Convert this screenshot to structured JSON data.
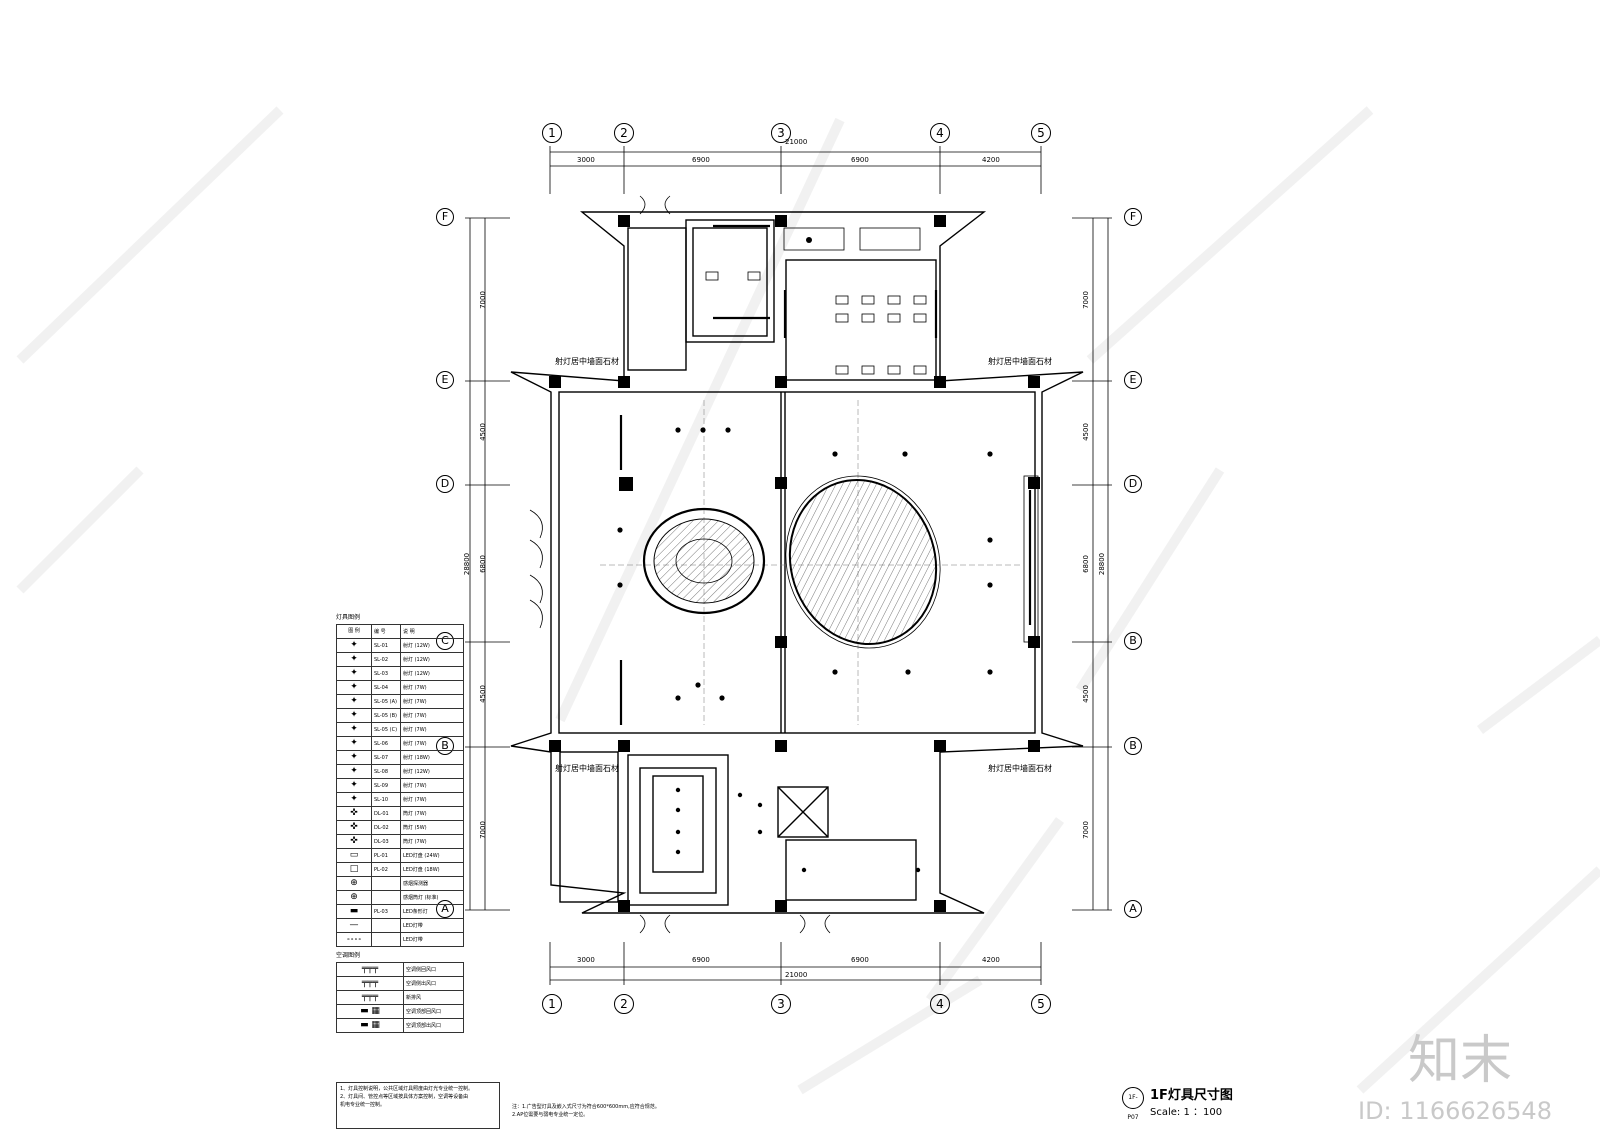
{
  "grid": {
    "columns": [
      "1",
      "2",
      "3",
      "4",
      "5"
    ],
    "rows": [
      "F",
      "E",
      "D",
      "C",
      "B",
      "A"
    ],
    "right_rows": [
      "F",
      "E",
      "D",
      "B",
      "B",
      "A"
    ]
  },
  "dimensions": {
    "top_total": "21000",
    "top_spans": [
      "3000",
      "6900",
      "6900",
      "4200"
    ],
    "bottom_total": "21000",
    "bottom_spans": [
      "3000",
      "6900",
      "6900",
      "4200"
    ],
    "left_spans": [
      "7000",
      "4500",
      "6800",
      "4500",
      "7000"
    ],
    "left_total": "28800",
    "right_spans": [
      "7000",
      "4500",
      "6800",
      "4500",
      "7000"
    ],
    "right_total": "28800"
  },
  "annotations": {
    "wall_note_tl": "射灯居中墙面石材",
    "wall_note_tr": "射灯居中墙面石材",
    "wall_note_bl": "射灯居中墙面石材",
    "wall_note_br": "射灯居中墙面石材"
  },
  "legend": {
    "title": "灯具图例",
    "header": [
      "图 例",
      "编 号",
      "说 明"
    ],
    "rows": [
      {
        "code": "SL-01",
        "desc": "射灯 (12W)"
      },
      {
        "code": "SL-02",
        "desc": "射灯 (12W)"
      },
      {
        "code": "SL-03",
        "desc": "射灯 (12W)"
      },
      {
        "code": "SL-04",
        "desc": "射灯 (7W)"
      },
      {
        "code": "SL-05 (A)",
        "desc": "射灯 (7W)"
      },
      {
        "code": "SL-05 (B)",
        "desc": "射灯 (7W)"
      },
      {
        "code": "SL-05 (C)",
        "desc": "射灯 (7W)"
      },
      {
        "code": "SL-06",
        "desc": "射灯 (7W)"
      },
      {
        "code": "SL-07",
        "desc": "射灯 (18W)"
      },
      {
        "code": "SL-08",
        "desc": "射灯 (12W)"
      },
      {
        "code": "SL-09",
        "desc": "射灯 (7W)"
      },
      {
        "code": "SL-10",
        "desc": "射灯 (7W)"
      },
      {
        "code": "DL-01",
        "desc": "筒灯 (7W)"
      },
      {
        "code": "DL-02",
        "desc": "筒灯 (5W)"
      },
      {
        "code": "DL-03",
        "desc": "筒灯 (7W)"
      },
      {
        "code": "PL-01",
        "desc": "LED灯盘 (24W)"
      },
      {
        "code": "PL-02",
        "desc": "LED灯盘 (18W)"
      },
      {
        "code": "",
        "desc": "感烟探测器"
      },
      {
        "code": "",
        "desc": "感烟筒灯 (标准)"
      },
      {
        "code": "PL-03",
        "desc": "LED条形灯"
      },
      {
        "code": "",
        "desc": "LED灯带"
      },
      {
        "code": "",
        "desc": "LED灯带"
      }
    ],
    "ac_title": "空调图例",
    "ac_rows": [
      {
        "desc": "空调侧回风口"
      },
      {
        "desc": "空调侧出风口"
      },
      {
        "desc": "新排风"
      },
      {
        "desc": "空调顶部回风口"
      },
      {
        "desc": "空调顶部出风口"
      }
    ]
  },
  "notes": {
    "left": [
      "1、灯具控制说明，公共区域灯具照度由灯光专业统一控制。",
      "2、灯具间、管控点等区域按具体方案控制，空调等设备由",
      "   机电专业统一控制。"
    ],
    "right": [
      "注：1.广告型灯具及嵌入式尺寸为符合600*600mm,应符合规范。",
      "    2.AP位需要与弱电专业统一定位。"
    ]
  },
  "title_block": {
    "sheet": "1F-P07",
    "title": "1F灯具尺寸图",
    "scale": "Scale: 1 ：100"
  },
  "watermark": {
    "brand": "知末",
    "id": "ID: 1166626548"
  }
}
